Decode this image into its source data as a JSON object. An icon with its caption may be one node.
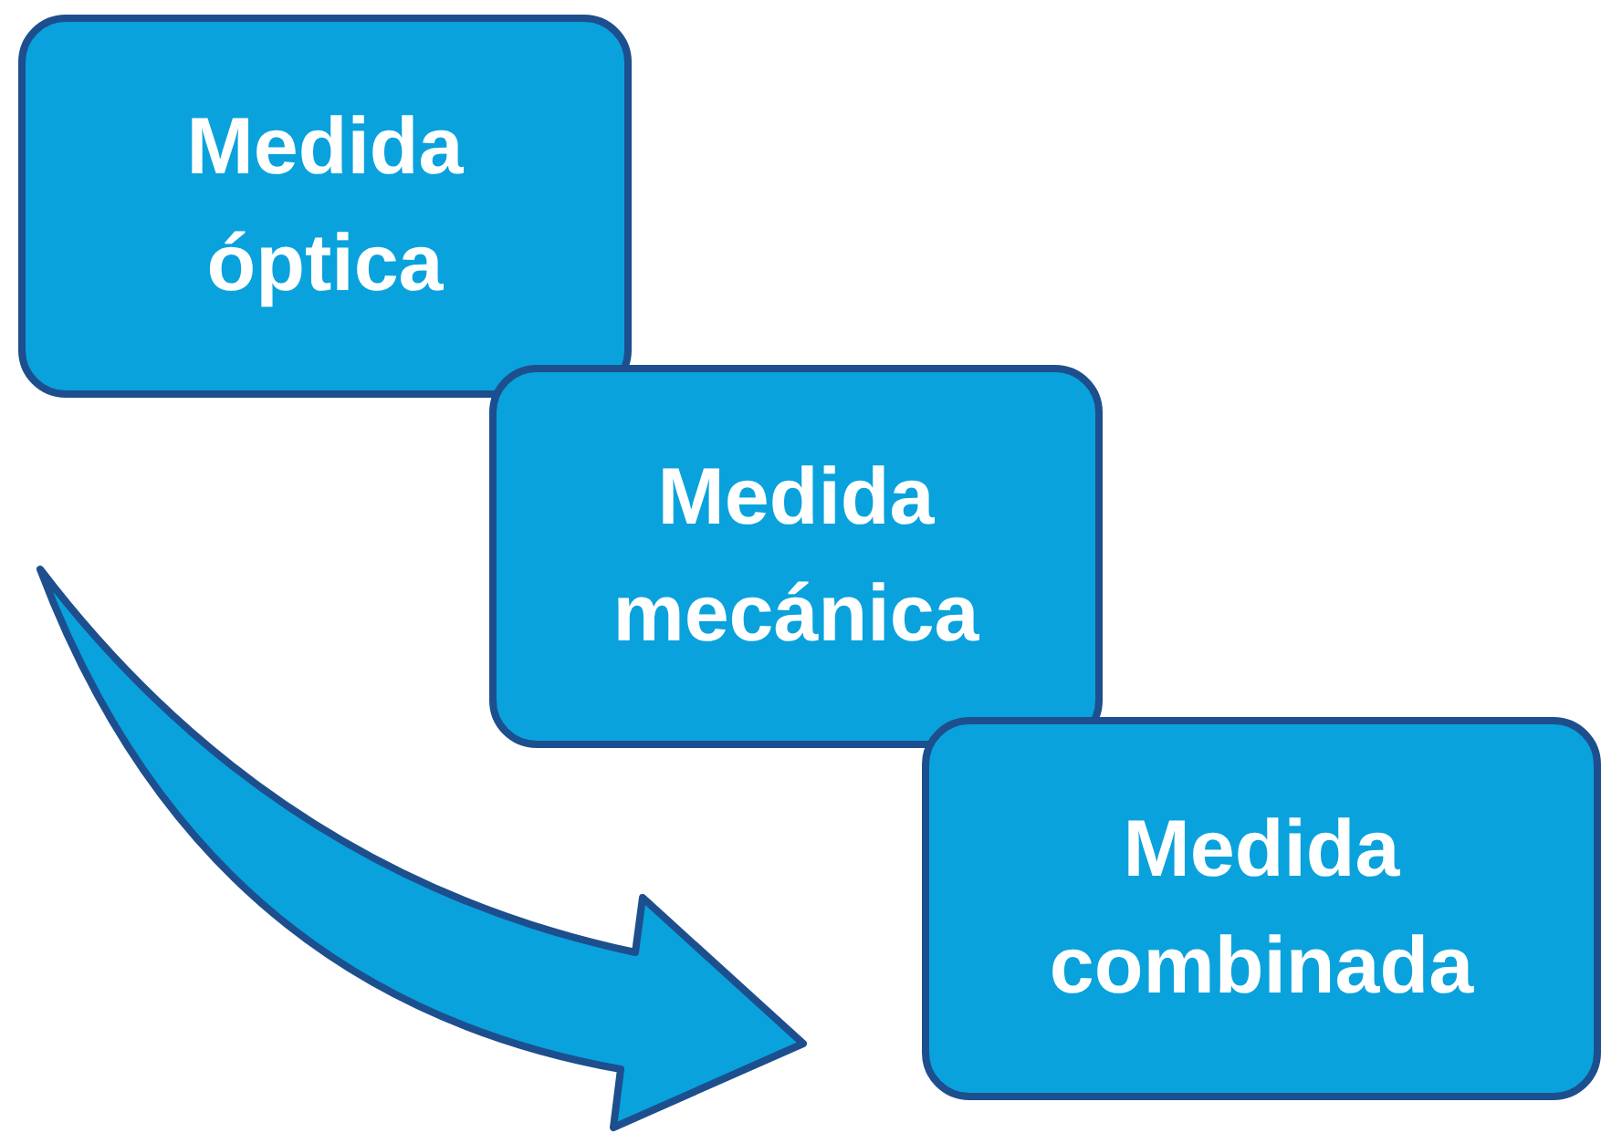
{
  "diagram": {
    "nodes": [
      {
        "text": [
          "Medida óptica"
        ]
      },
      {
        "text": [
          "Medida mecánica"
        ]
      },
      {
        "text": [
          "Medida combinada"
        ]
      }
    ]
  }
}
